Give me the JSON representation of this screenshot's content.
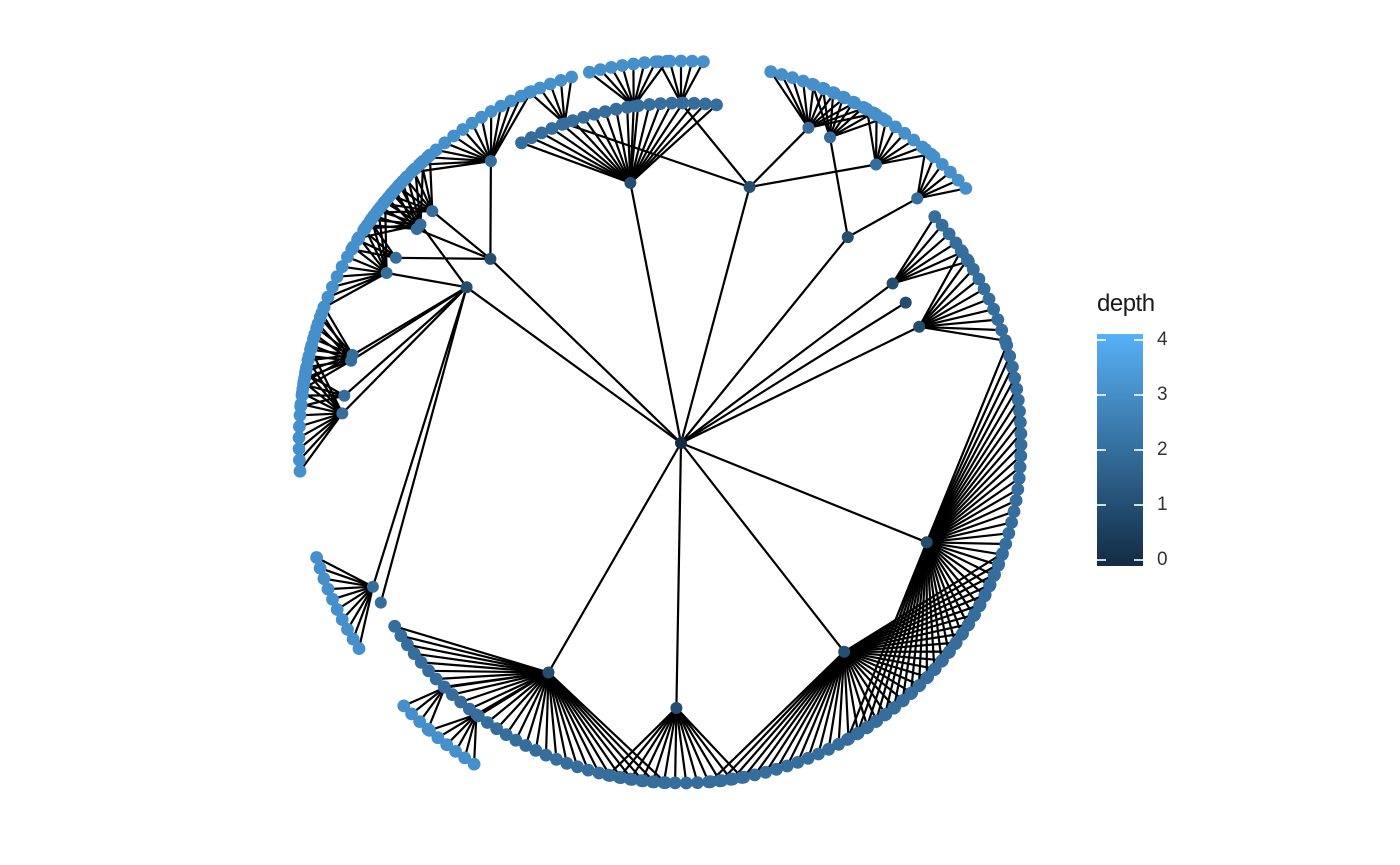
{
  "legend": {
    "title": "depth",
    "ticks": [
      "4",
      "3",
      "2",
      "1",
      "0"
    ],
    "min": 0,
    "max": 4,
    "color_low": "#132b43",
    "color_high": "#56b1f7"
  },
  "tree": {
    "type": "circular-dendrogram",
    "root": {
      "depth": 0
    },
    "branches": [
      {
        "angle": 101,
        "count": 19,
        "sub": [
          {
            "angle": 98,
            "count": 8
          }
        ]
      },
      {
        "angle": 75,
        "sub": [
          {
            "angle": 110,
            "count": 5
          },
          {
            "angle": 90,
            "count": 5
          },
          {
            "angle": 68,
            "count": 11
          },
          {
            "angle": 55,
            "count": 8
          }
        ]
      },
      {
        "angle": 51,
        "sub": [
          {
            "angle": 64,
            "count": 8
          },
          {
            "angle": 46,
            "count": 6
          }
        ]
      },
      {
        "angle": 37,
        "count": 6
      },
      {
        "angle": 32,
        "count": 0
      },
      {
        "angle": 26,
        "count": 10
      },
      {
        "angle": -22,
        "count": 42
      },
      {
        "angle": -52,
        "count": 36
      },
      {
        "angle": -91,
        "count": 13
      },
      {
        "angle": -120,
        "count": 30,
        "sub": [
          {
            "angle": -127,
            "count": 6
          },
          {
            "angle": -134,
            "count": 4
          }
        ]
      },
      {
        "angle": 144,
        "sub": [
          {
            "angle": 166,
            "count": 8
          },
          {
            "angle": 175,
            "count": 12
          },
          {
            "angle": 172,
            "count": 4
          },
          {
            "angle": 165,
            "count": 8
          },
          {
            "angle": 150,
            "count": 12
          },
          {
            "angle": 140,
            "count": 10
          },
          {
            "angle": 205,
            "count": 10
          },
          {
            "angle": 208,
            "count": 0
          }
        ]
      },
      {
        "angle": 136,
        "sub": [
          {
            "angle": 124,
            "count": 14
          },
          {
            "angle": 137,
            "count": 8
          },
          {
            "angle": 141,
            "count": 6
          },
          {
            "angle": 147,
            "count": 4
          }
        ]
      }
    ]
  }
}
